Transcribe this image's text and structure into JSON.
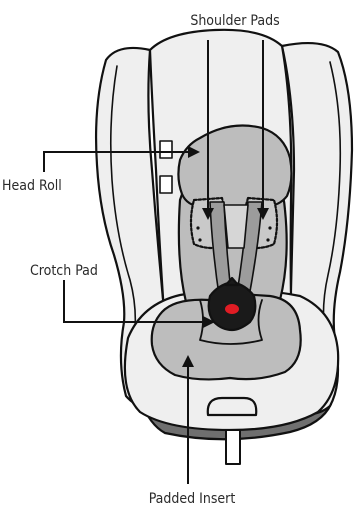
{
  "labels": {
    "shoulder_pads": "Shoulder Pads",
    "head_roll": "Head Roll",
    "crotch_pad": "Crotch Pad",
    "padded_insert": "Padded Insert"
  },
  "colors": {
    "outline": "#111111",
    "shell": "#efefef",
    "padding": "#b9b9b9",
    "padding_dark": "#9c9c9c",
    "base": "#6f6f6f",
    "buckle": "#1a1a1a",
    "button": "#e01c24"
  }
}
